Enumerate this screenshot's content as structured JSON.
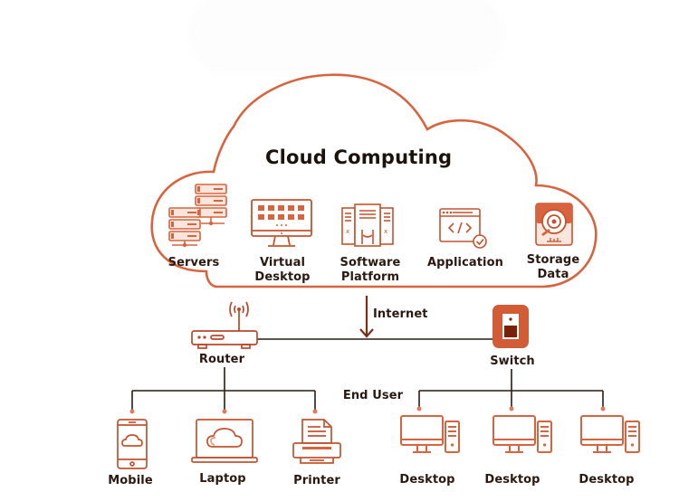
{
  "diagram": {
    "title": "Cloud Computing",
    "colors": {
      "accent": "#d8643f",
      "accent_dark": "#b9472a",
      "switch_fill": "#d15c36",
      "switch_inner": "#7a2008",
      "line": "#2a1a12",
      "text": "#2b1810"
    },
    "cloud_services": [
      {
        "label": "Servers",
        "icon": "servers-icon"
      },
      {
        "label": "Virtual\nDesktop",
        "icon": "virtual-desktop-icon"
      },
      {
        "label": "Software\nPlatform",
        "icon": "software-platform-icon"
      },
      {
        "label": "Application",
        "icon": "application-icon"
      },
      {
        "label": "Storage\nData",
        "icon": "storage-data-icon"
      }
    ],
    "connection_label": "Internet",
    "network": {
      "router": {
        "label": "Router",
        "icon": "router-icon"
      },
      "switch": {
        "label": "Switch",
        "icon": "switch-icon"
      }
    },
    "end_user_label": "End User",
    "router_devices": [
      {
        "label": "Mobile",
        "icon": "mobile-icon"
      },
      {
        "label": "Laptop",
        "icon": "laptop-icon"
      },
      {
        "label": "Printer",
        "icon": "printer-icon"
      }
    ],
    "switch_devices": [
      {
        "label": "Desktop",
        "icon": "desktop-icon"
      },
      {
        "label": "Desktop",
        "icon": "desktop-icon"
      },
      {
        "label": "Desktop",
        "icon": "desktop-icon"
      }
    ]
  }
}
